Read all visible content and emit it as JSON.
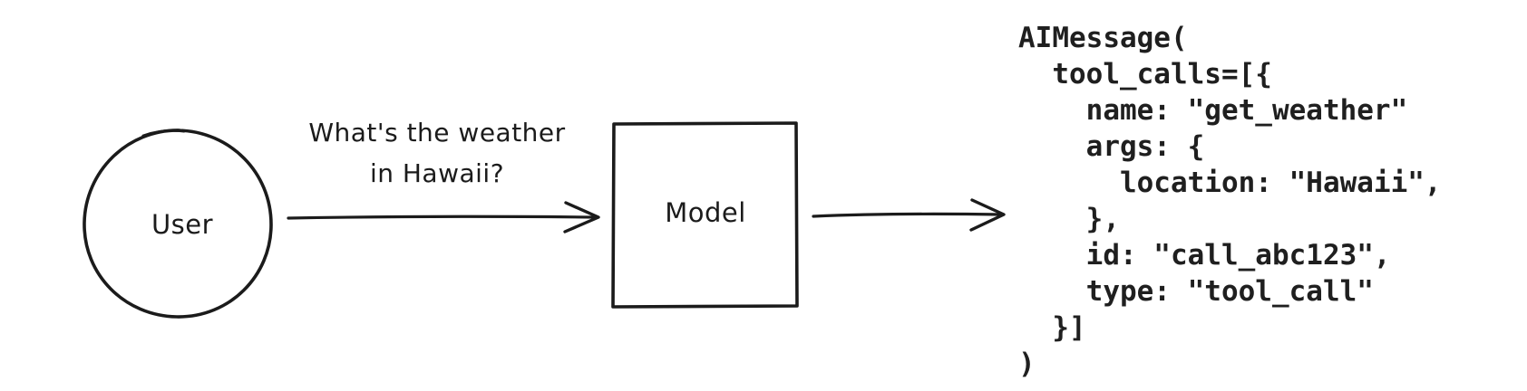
{
  "diagram": {
    "user_node": {
      "label": "User"
    },
    "model_node": {
      "label": "Model"
    },
    "request_label": {
      "line1": "What's the weather",
      "line2": "in Hawaii?"
    }
  },
  "code_output": {
    "lines": [
      "AIMessage(",
      "  tool_calls=[{",
      "    name: \"get_weather\"",
      "    args: {",
      "      location: \"Hawaii\",",
      "    },",
      "    id: \"call_abc123\",",
      "    type: \"tool_call\"",
      "  }]",
      ")"
    ]
  },
  "colors": {
    "ink": "#1b1b1b",
    "background": "#ffffff"
  }
}
